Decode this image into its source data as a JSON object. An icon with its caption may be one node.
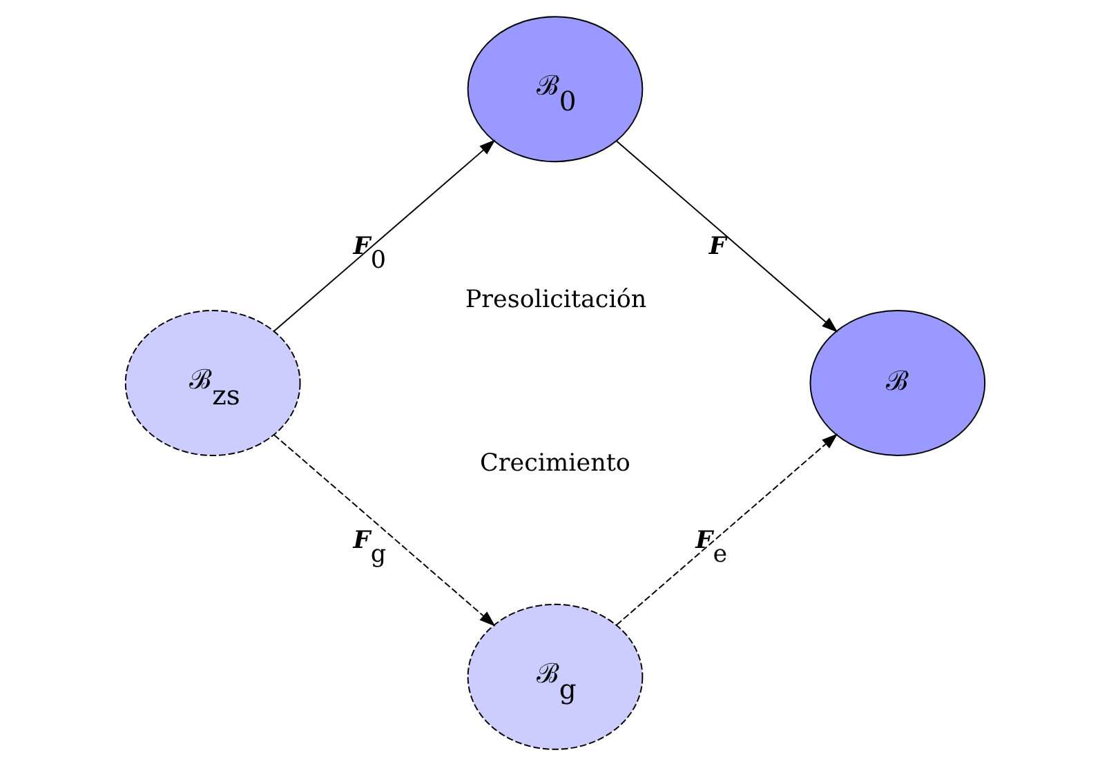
{
  "diagram": {
    "nodes": [
      {
        "text": [
          "ℬ$_{0}$"
        ]
      },
      {
        "text": [
          "ℬ$_{zs}$"
        ]
      },
      {
        "text": [
          "ℬ"
        ]
      },
      {
        "text": [
          "ℬ$_{g}$"
        ]
      }
    ],
    "edges": [
      {
        "from": 1,
        "to": 0,
        "arrow": "to",
        "label": "**F**$_{0}$"
      },
      {
        "from": 0,
        "to": 2,
        "arrow": "to",
        "label": "**F**"
      },
      {
        "from": 1,
        "to": 3,
        "arrow": "to",
        "label": "**F**$_{g}$",
        "style": "dashed"
      },
      {
        "from": 3,
        "to": 2,
        "arrow": "to",
        "label": "**F**$_{e}$",
        "style": "dashed"
      }
    ],
    "labels": [
      "Presolicitación",
      "Crecimiento"
    ]
  }
}
